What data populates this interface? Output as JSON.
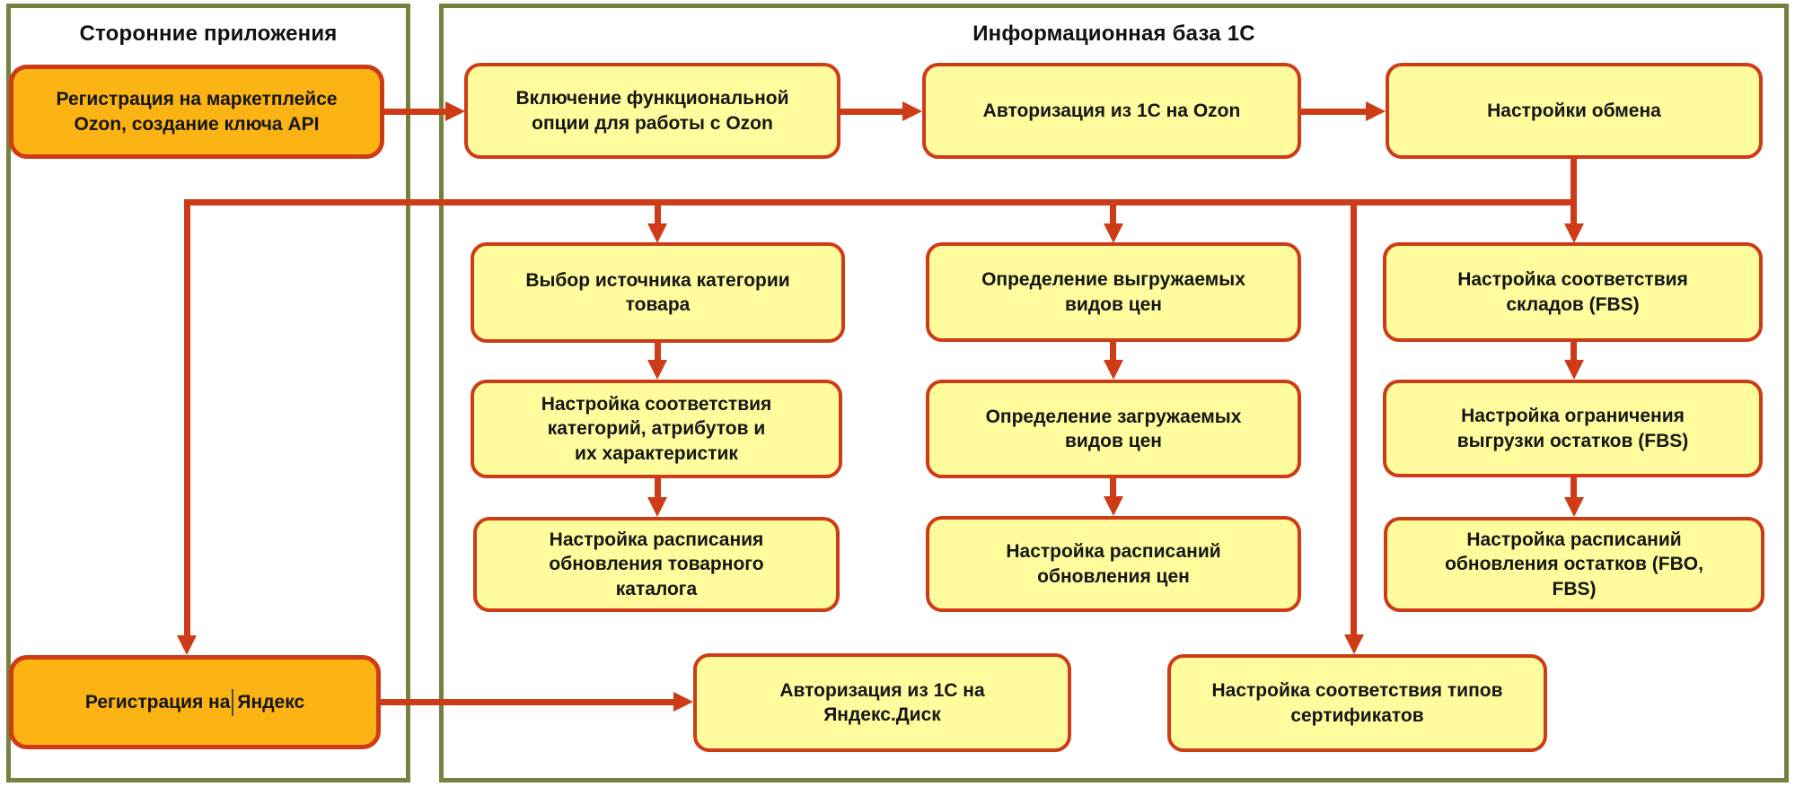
{
  "colors": {
    "connector_red": "#CE3B17",
    "node_yellow_fill": "#FEFC9C",
    "node_orange_fill": "#FCB414",
    "node_border_red": "#CE3B17",
    "panel_border_green": "#75823F",
    "text": "#161616"
  },
  "left_panel": {
    "title": "Сторонние приложения",
    "nodes": {
      "ozon_registration": {
        "label": "Регистрация на маркетплейсе\nOzon, создание ключа API"
      },
      "yandex_registration": {
        "label_before_cursor": "Регистрация на",
        "label_after_cursor": "Яндекс"
      }
    }
  },
  "right_panel": {
    "title": "Информационная база 1С",
    "nodes": {
      "enable_ozon_option": {
        "label": "Включение функциональной\nопции для работы с Ozon"
      },
      "auth_ozon": {
        "label": "Авторизация из 1С на Ozon"
      },
      "exchange_settings": {
        "label": "Настройки обмена"
      },
      "category_source": {
        "label": "Выбор источника категории\nтовара"
      },
      "category_mapping": {
        "label": "Настройка соответствия\nкатегорий, атрибутов и\nих характеристик"
      },
      "catalog_schedule": {
        "label": "Настройка расписания\nобновления товарного\nкаталога"
      },
      "export_prices": {
        "label": "Определение выгружаемых\nвидов цен"
      },
      "import_prices": {
        "label": "Определение загружаемых\nвидов цен"
      },
      "price_schedule": {
        "label": "Настройка расписаний\nобновления цен"
      },
      "warehouse_mapping": {
        "label": "Настройка соответствия\nскладов (FBS)"
      },
      "stock_limit": {
        "label": "Настройка ограничения\nвыгрузки остатков (FBS)"
      },
      "stock_schedule": {
        "label": "Настройка расписаний\nобновления остатков (FBO,\nFBS)"
      },
      "auth_yandex_disk": {
        "label": "Авторизация из 1С на\nЯндекс.Диск"
      },
      "cert_mapping": {
        "label": "Настройка соответствия типов\nсертификатов"
      }
    }
  }
}
